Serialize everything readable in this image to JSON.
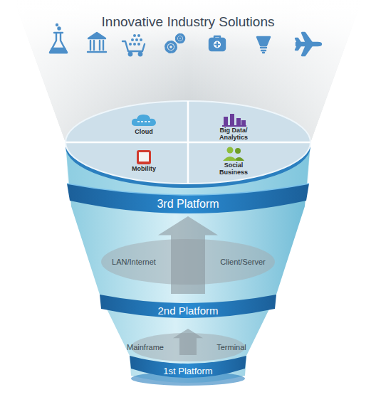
{
  "diagram": {
    "title": "Innovative Industry Solutions",
    "nodes": [
      {
        "text": [
          "3rd Platform"
        ]
      },
      {
        "text": [
          "Cloud"
        ],
        "in": 0
      },
      {
        "text": [
          "Big Data/ Analytics"
        ],
        "in": 0
      },
      {
        "text": [
          "Mobility"
        ],
        "in": 0
      },
      {
        "text": [
          "Social Business"
        ],
        "in": 0
      },
      {
        "text": [
          "2nd Platform"
        ]
      },
      {
        "text": [
          "1st Platform"
        ]
      }
    ],
    "edges": [
      {
        "from": 6,
        "to": 5,
        "arrow": "to"
      },
      {
        "from": 5,
        "to": 0,
        "arrow": "to"
      }
    ],
    "labels": [
      "LAN/Internet",
      "Client/Server",
      "Mainframe",
      "Terminal"
    ]
  }
}
